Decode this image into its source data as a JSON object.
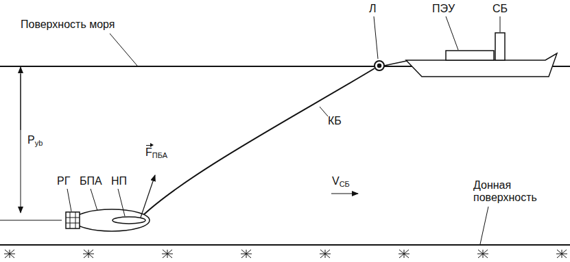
{
  "diagram": {
    "labels": [
      "Поверхность моря",
      "Л",
      "ПЭУ",
      "СБ",
      "Pуb",
      "FПБА",
      "КБ",
      "VСБ",
      "РГ",
      "БПА",
      "НП",
      "Донная поверхность"
    ]
  }
}
